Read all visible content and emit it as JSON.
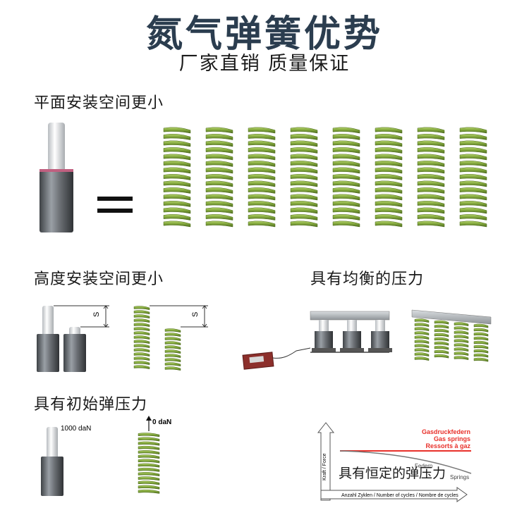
{
  "header": {
    "title": "氮气弹簧优势",
    "subtitle": "厂家直销 质量保证"
  },
  "sections": {
    "flat_space": "平面安装空间更小",
    "height_space": "高度安装空间更小",
    "balanced_pressure": "具有均衡的压力",
    "initial_pressure": "具有初始弹压力",
    "constant_pressure": "具有恒定的弹压力"
  },
  "diagram_labels": {
    "stroke_symbol": "S",
    "gas_force": "1000 daN",
    "spring_force": "0 daN"
  },
  "chart": {
    "y_axis_label": "Kraft / Force",
    "x_axis_label": "Anzahl Zyklen / Number of cycles / Nombre de cycles",
    "legend_gas": [
      "Gasdruckfedern",
      "Gas springs",
      "Ressorts à gaz"
    ],
    "legend_spring_1": "Federn",
    "legend_spring_2": "Springs",
    "gas_color": "#e8302a",
    "spring_color": "#777777"
  },
  "colors": {
    "title": "#2b3d4f",
    "spring_green": "#7ea33a",
    "cylinder_gray": "#6c7075"
  }
}
